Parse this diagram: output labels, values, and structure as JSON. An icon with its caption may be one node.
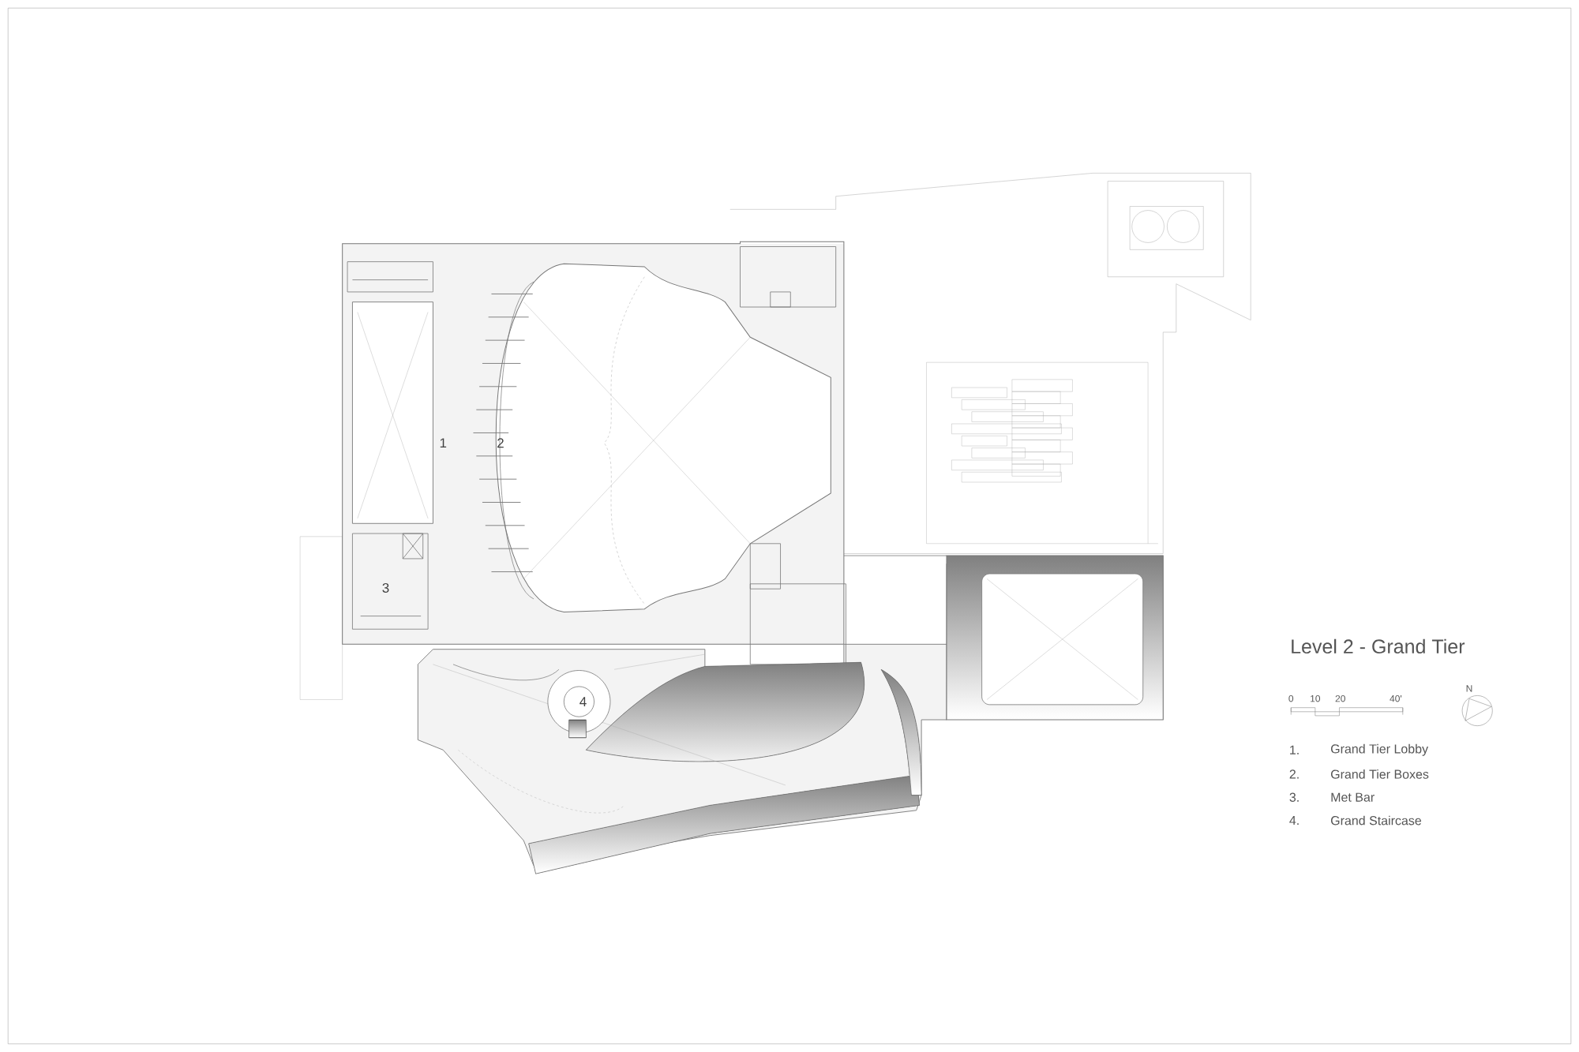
{
  "diagram": {
    "title": "Level 2 - Grand Tier",
    "labels": [
      "1",
      "2",
      "3",
      "4",
      "0",
      "10",
      "20",
      "40'",
      "N",
      "1.",
      "Grand Tier Lobby",
      "2.",
      "Grand Tier Boxes",
      "3.",
      "Met Bar",
      "4.",
      "Grand Staircase"
    ]
  }
}
